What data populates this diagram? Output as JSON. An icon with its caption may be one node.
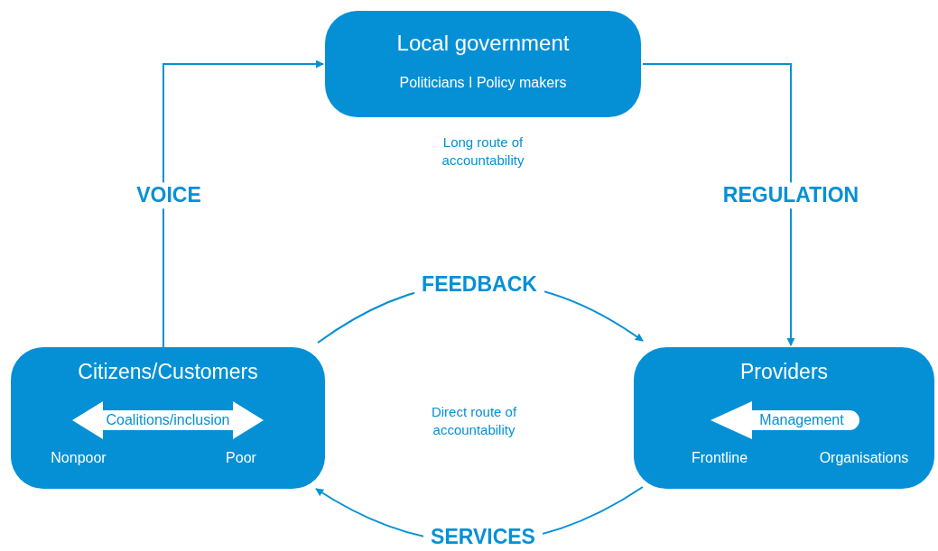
{
  "diagram": {
    "nodes": [
      {
        "text": [
          "Local government",
          "Politicians I Policy makers"
        ]
      },
      {
        "text": [
          "Citizens/Customers",
          "Nonpoor",
          "Poor"
        ]
      },
      {
        "text": [
          "Coalitions/inclusion"
        ],
        "in": 1
      },
      {
        "text": [
          "Providers",
          "Frontline",
          "Organisations"
        ]
      },
      {
        "text": [
          "Management"
        ],
        "in": 3
      }
    ],
    "edges": [
      {
        "from": 1,
        "to": 0,
        "arrow": "to",
        "label": "VOICE"
      },
      {
        "from": 0,
        "to": 3,
        "arrow": "to",
        "label": "REGULATION"
      },
      {
        "from": 1,
        "to": 3,
        "arrow": "to",
        "label": "FEEDBACK"
      },
      {
        "from": 3,
        "to": 1,
        "arrow": "to",
        "label": "SERVICES"
      }
    ],
    "labels": [
      "Long route of accountability",
      "Direct route of accountability"
    ]
  }
}
